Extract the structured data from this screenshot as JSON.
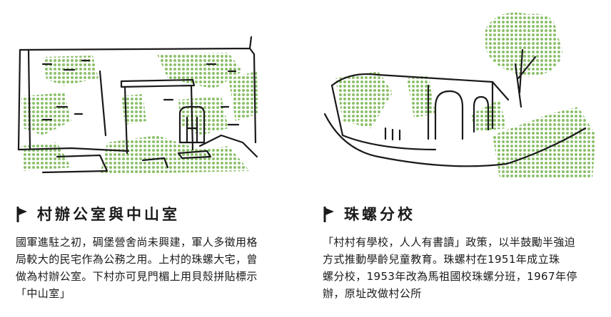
{
  "palette": {
    "ink": "#1a1a1a",
    "halftone": "#8cc06a",
    "background": "#ffffff"
  },
  "sections": [
    {
      "title": "村辦公室與中山室",
      "icon": "flag-icon",
      "lines": [
        "國軍進駐之初，碉堡營舍尚未興建，軍人多徵用格",
        "局較大的民宅作為公務之用。上村的珠螺大宅，曾",
        "做為村辦公室。下村亦可見門楣上用貝殼拼貼標示",
        "「中山室」"
      ]
    },
    {
      "title": "珠螺分校",
      "icon": "flag-icon",
      "lines": [
        "「村村有學校，人人有書讀」政策，以半鼓勵半強迫",
        "方式推動學齡兒童教育。珠螺村在1951年成立珠",
        "螺分校，1953年改為馬祖國校珠螺分班，1967年停",
        "辦，原址改做村公所"
      ]
    }
  ]
}
